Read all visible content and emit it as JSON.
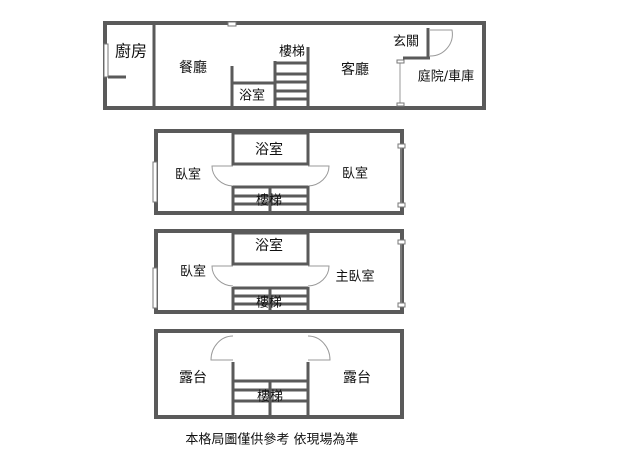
{
  "floor1": {
    "kitchen": "廚房",
    "dining": "餐廳",
    "stairs": "樓梯",
    "bath": "浴室",
    "living": "客廳",
    "entry": "玄關",
    "yard": "庭院/車庫"
  },
  "floor2": {
    "bath": "浴室",
    "bedroom_left": "臥室",
    "bedroom_right": "臥室",
    "stairs": "樓梯"
  },
  "floor3": {
    "bath": "浴室",
    "bedroom_left": "臥室",
    "master_bedroom": "主臥室",
    "stairs": "樓梯"
  },
  "floor4": {
    "terrace_left": "露台",
    "terrace_right": "露台",
    "stairs": "樓梯"
  },
  "caption": "本格局圖僅供參考 依現場為準"
}
